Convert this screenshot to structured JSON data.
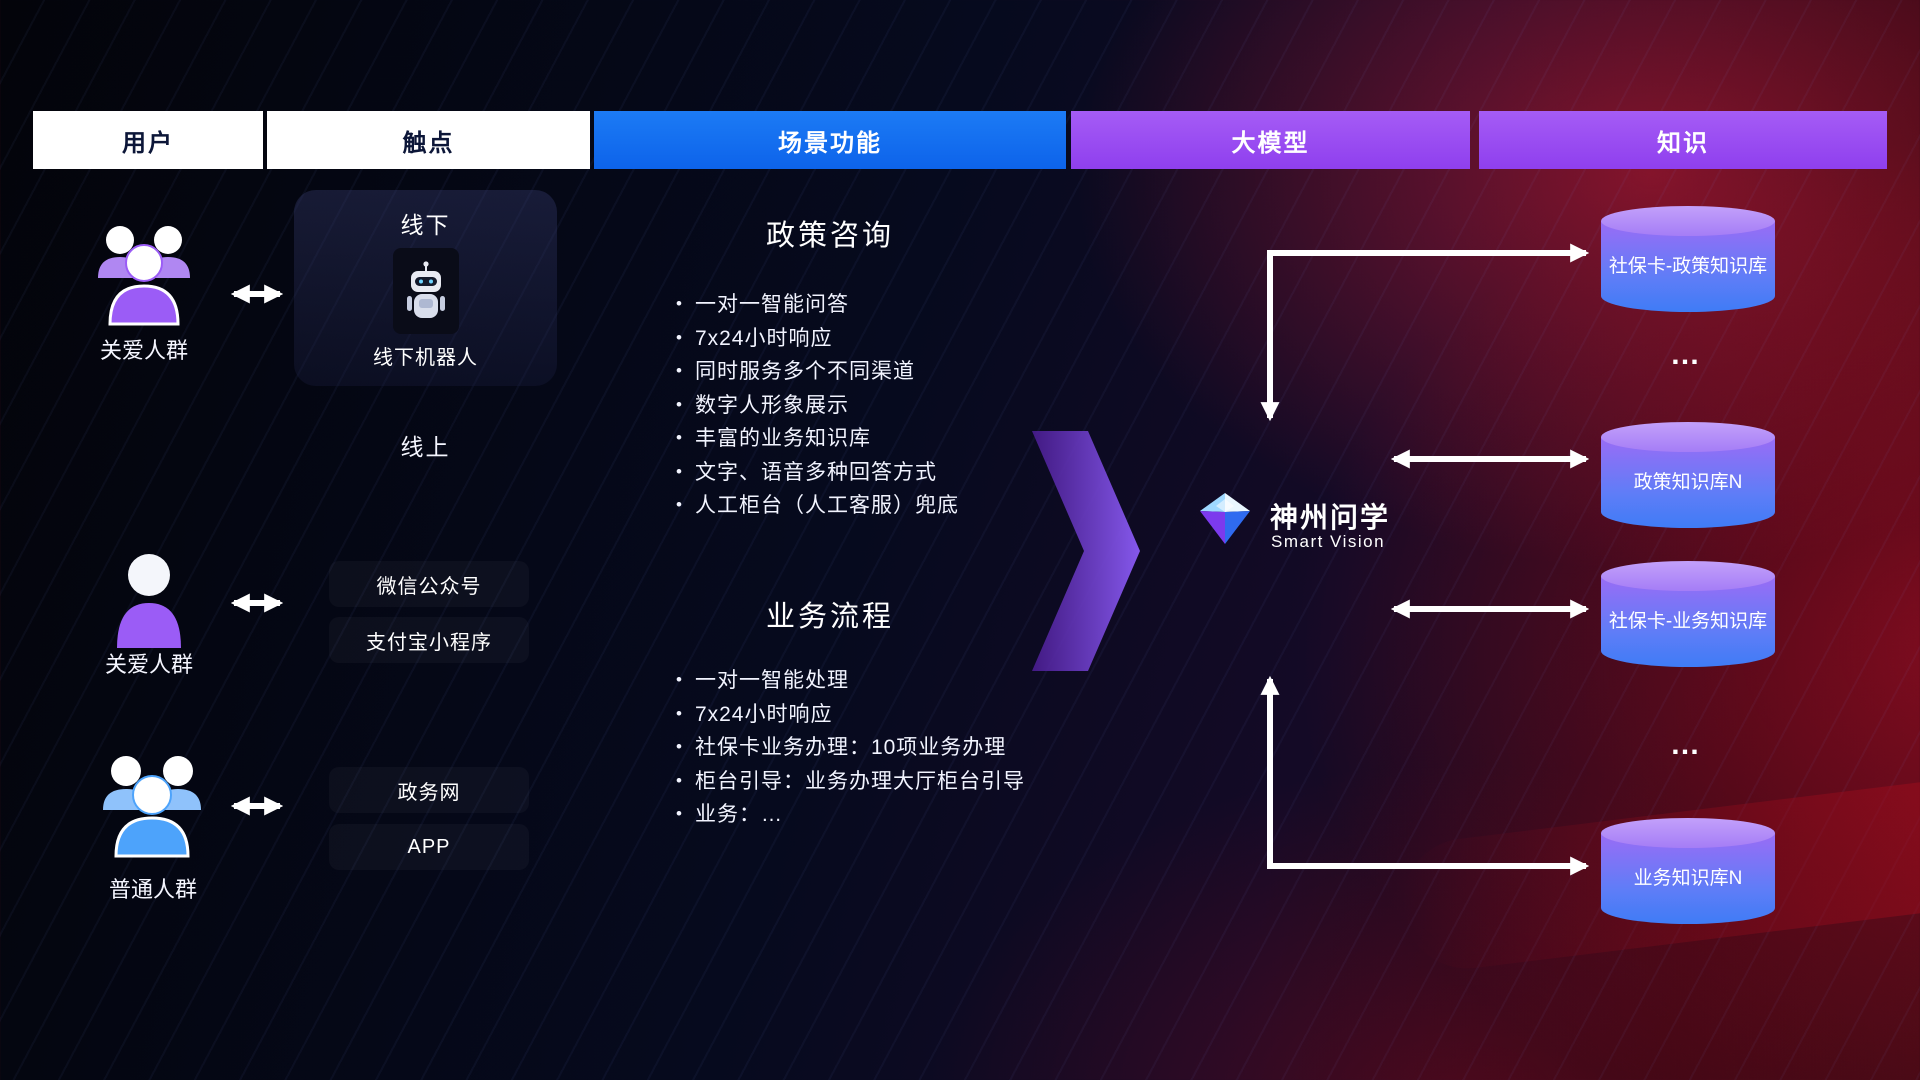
{
  "header": {
    "columns": [
      {
        "label": "用户"
      },
      {
        "label": "触点"
      },
      {
        "label": "场景功能"
      },
      {
        "label": "大模型"
      },
      {
        "label": "知识"
      }
    ]
  },
  "users": {
    "items": [
      {
        "label": "关爱人群",
        "icon": "group-people-purple-icon"
      },
      {
        "label": "关爱人群",
        "icon": "person-purple-icon"
      },
      {
        "label": "普通人群",
        "icon": "group-people-blue-icon"
      }
    ]
  },
  "touchpoints": {
    "offline_label": "线下",
    "offline_robot_label": "线下机器人",
    "online_label": "线上",
    "channels": [
      {
        "label": "微信公众号"
      },
      {
        "label": "支付宝小程序"
      },
      {
        "label": "政务网"
      },
      {
        "label": "APP"
      }
    ]
  },
  "scenarios": {
    "policy": {
      "title": "政策咨询",
      "items": [
        "一对一智能问答",
        "7x24小时响应",
        "同时服务多个不同渠道",
        "数字人形象展示",
        "丰富的业务知识库",
        "文字、语音多种回答方式",
        "人工柜台（人工客服）兜底"
      ]
    },
    "business": {
      "title": "业务流程",
      "items": [
        "一对一智能处理",
        "7x24小时响应",
        "社保卡业务办理：10项业务办理",
        "柜台引导：业务办理大厅柜台引导",
        "业务：…"
      ]
    }
  },
  "model": {
    "name": "神州问学",
    "subtitle": "Smart Vision",
    "logo_icon": "diamond-logo-icon"
  },
  "knowledge": {
    "items": [
      {
        "label": "社保卡-政策知识库"
      },
      {
        "label": "政策知识库N"
      },
      {
        "label": "社保卡-业务知识库"
      },
      {
        "label": "业务知识库N"
      }
    ],
    "ellipsis": "…"
  },
  "colors": {
    "header_blue": "#0d63ea",
    "header_purple": "#9c4ff2",
    "accent_purple": "#9b5cf6",
    "accent_blue": "#4da3fb",
    "cylinder_top": "#b08df8",
    "cylinder_bottom": "#3f7cf6",
    "arrow_white": "#ffffff"
  }
}
